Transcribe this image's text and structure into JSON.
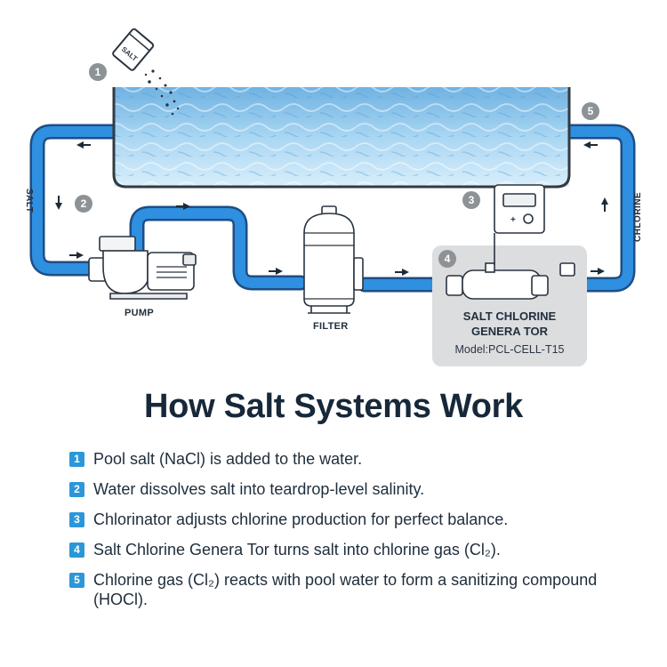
{
  "diagram": {
    "labels": {
      "salt": "SALT",
      "chlorine": "CHLORINE",
      "pump": "PUMP",
      "filter": "FILTER",
      "bag": "SALT"
    },
    "generator": {
      "title_line1": "SALT CHLORINE",
      "title_line2": "GENERA TOR",
      "model": "Model:PCL-CELL-T15"
    },
    "step_markers": [
      "1",
      "2",
      "3",
      "4",
      "5"
    ],
    "colors": {
      "pipe": "#2f8fe0",
      "pipe_outline": "#1d4e86",
      "water": "#8ec6ea",
      "badge": "#2c97d8",
      "marker": "#8c9296",
      "generator_panel": "#dcdddf"
    }
  },
  "title": "How Salt Systems Work",
  "steps": [
    {
      "num": "1",
      "text": "Pool salt (NaCl) is added to the water."
    },
    {
      "num": "2",
      "text": "Water dissolves salt into teardrop-level salinity."
    },
    {
      "num": "3",
      "text": "Chlorinator adjusts chlorine production for perfect balance."
    },
    {
      "num": "4",
      "text": "Salt Chlorine Genera Tor turns salt into chlorine gas (Cl₂)."
    },
    {
      "num": "5",
      "text": "Chlorine gas (Cl₂) reacts with pool water to form a sanitizing compound (HOCl)."
    }
  ]
}
